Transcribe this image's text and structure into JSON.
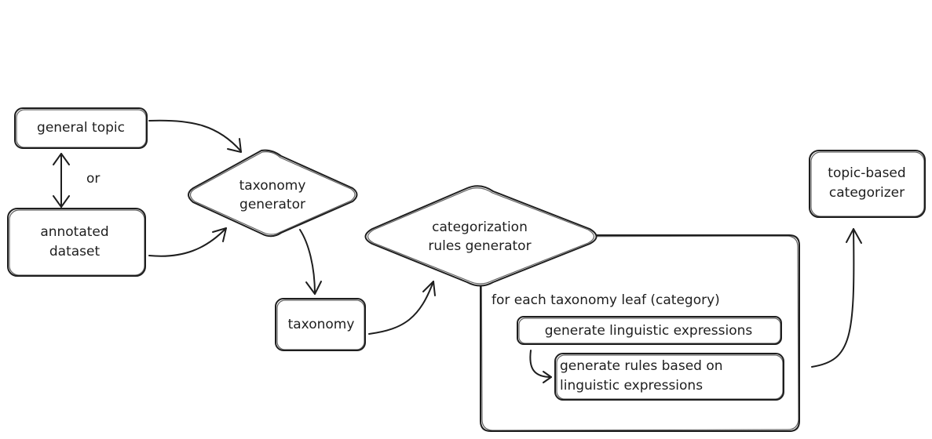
{
  "nodes": {
    "general_topic": "general topic",
    "or_label": "or",
    "annotated_dataset": [
      "annotated",
      "dataset"
    ],
    "taxonomy_generator": [
      "taxonomy",
      "generator"
    ],
    "taxonomy": "taxonomy",
    "rules_generator": [
      "categorization",
      "rules generator"
    ],
    "loop_label": "for each taxonomy leaf (category)",
    "step_expressions": "generate linguistic expressions",
    "step_rules": [
      "generate rules based on",
      "linguistic expressions"
    ],
    "output": [
      "topic-based",
      "categorizer"
    ]
  },
  "colors": {
    "stroke": "#1e1e1e",
    "background": "#ffffff"
  }
}
